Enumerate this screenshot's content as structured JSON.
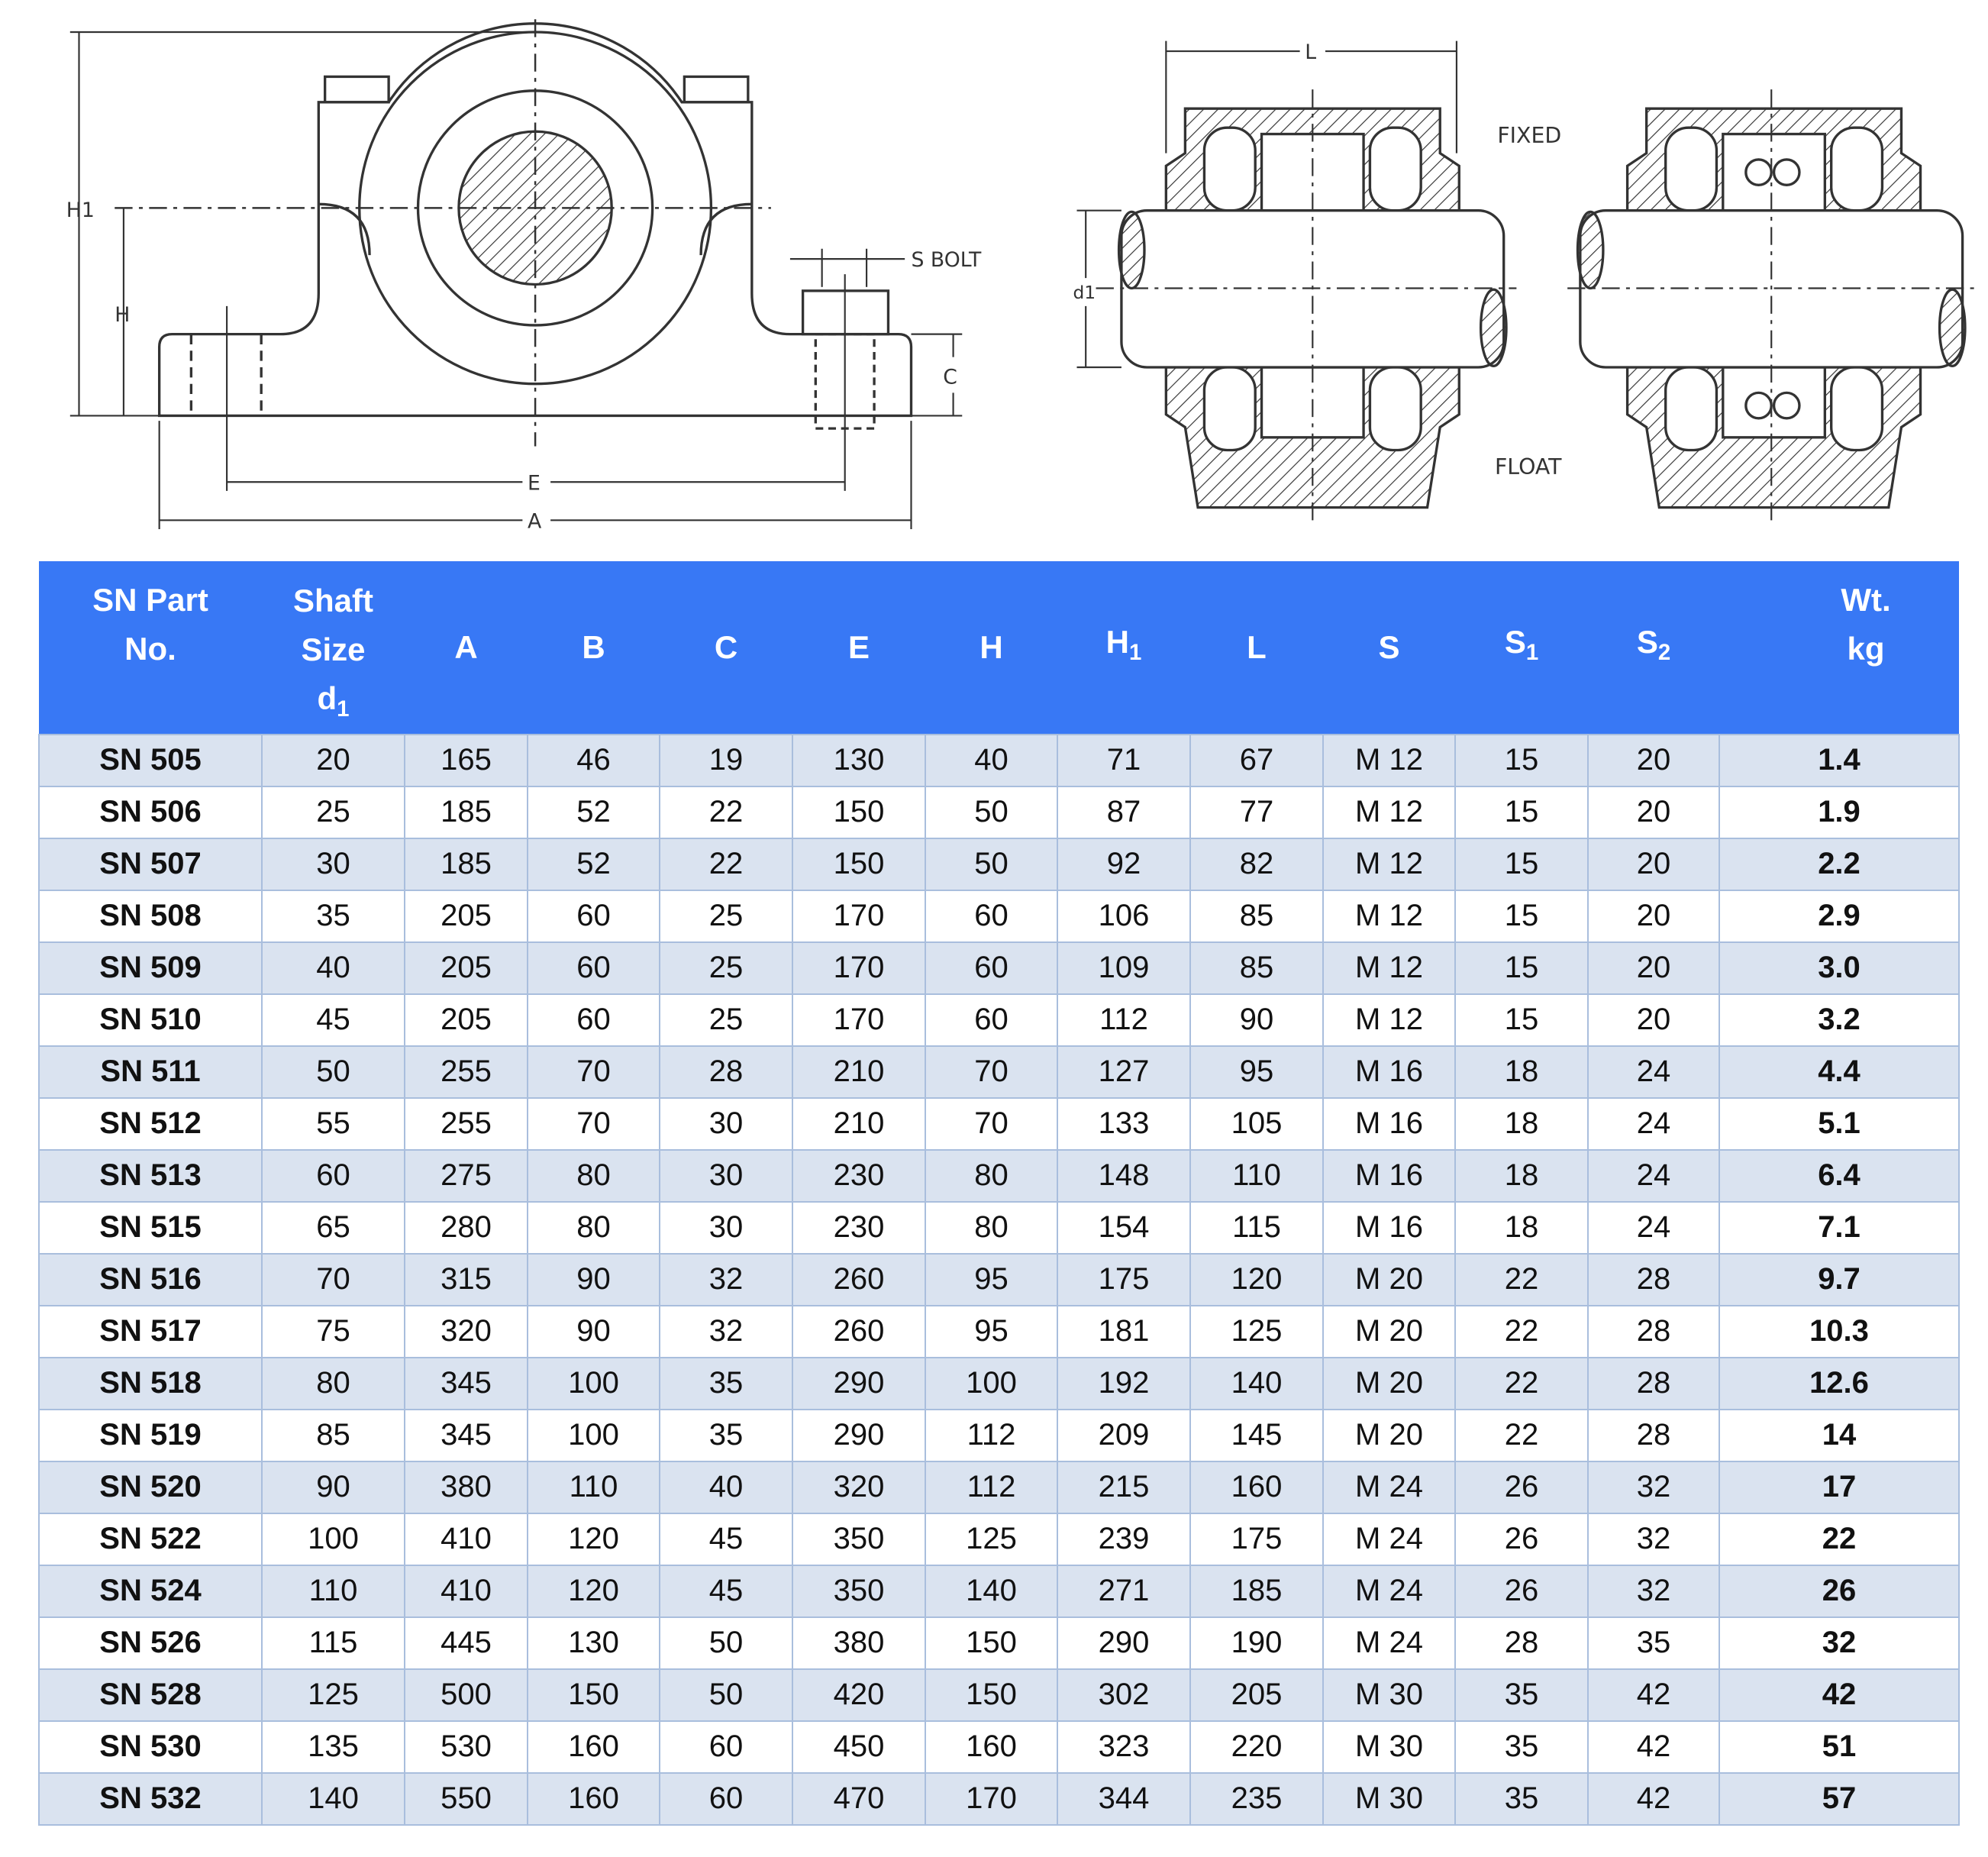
{
  "drawing_labels": {
    "h1": "H1",
    "h": "H",
    "s_bolt": "S BOLT",
    "c": "C",
    "e": "E",
    "a": "A",
    "l": "L",
    "d1": "d1",
    "fixed": "FIXED",
    "float": "FLOAT"
  },
  "table": {
    "headers": {
      "part_line1": "SN Part",
      "part_line2": "No.",
      "shaft_line1": "Shaft",
      "shaft_line2": "Size",
      "shaft_line3": "d",
      "shaft_sub": "1",
      "a": "A",
      "b": "B",
      "c": "C",
      "e": "E",
      "h": "H",
      "h1": "H",
      "h1_sub": "1",
      "l": "L",
      "s": "S",
      "s1": "S",
      "s1_sub": "1",
      "s2": "S",
      "s2_sub": "2",
      "wt_line1": "Wt.",
      "wt_line2": "kg"
    },
    "rows": [
      [
        "SN 505",
        "20",
        "165",
        "46",
        "19",
        "130",
        "40",
        "71",
        "67",
        "M 12",
        "15",
        "20",
        "1.4"
      ],
      [
        "SN 506",
        "25",
        "185",
        "52",
        "22",
        "150",
        "50",
        "87",
        "77",
        "M 12",
        "15",
        "20",
        "1.9"
      ],
      [
        "SN 507",
        "30",
        "185",
        "52",
        "22",
        "150",
        "50",
        "92",
        "82",
        "M 12",
        "15",
        "20",
        "2.2"
      ],
      [
        "SN 508",
        "35",
        "205",
        "60",
        "25",
        "170",
        "60",
        "106",
        "85",
        "M 12",
        "15",
        "20",
        "2.9"
      ],
      [
        "SN 509",
        "40",
        "205",
        "60",
        "25",
        "170",
        "60",
        "109",
        "85",
        "M 12",
        "15",
        "20",
        "3.0"
      ],
      [
        "SN 510",
        "45",
        "205",
        "60",
        "25",
        "170",
        "60",
        "112",
        "90",
        "M 12",
        "15",
        "20",
        "3.2"
      ],
      [
        "SN 511",
        "50",
        "255",
        "70",
        "28",
        "210",
        "70",
        "127",
        "95",
        "M 16",
        "18",
        "24",
        "4.4"
      ],
      [
        "SN 512",
        "55",
        "255",
        "70",
        "30",
        "210",
        "70",
        "133",
        "105",
        "M 16",
        "18",
        "24",
        "5.1"
      ],
      [
        "SN 513",
        "60",
        "275",
        "80",
        "30",
        "230",
        "80",
        "148",
        "110",
        "M 16",
        "18",
        "24",
        "6.4"
      ],
      [
        "SN 515",
        "65",
        "280",
        "80",
        "30",
        "230",
        "80",
        "154",
        "115",
        "M 16",
        "18",
        "24",
        "7.1"
      ],
      [
        "SN 516",
        "70",
        "315",
        "90",
        "32",
        "260",
        "95",
        "175",
        "120",
        "M 20",
        "22",
        "28",
        "9.7"
      ],
      [
        "SN 517",
        "75",
        "320",
        "90",
        "32",
        "260",
        "95",
        "181",
        "125",
        "M 20",
        "22",
        "28",
        "10.3"
      ],
      [
        "SN 518",
        "80",
        "345",
        "100",
        "35",
        "290",
        "100",
        "192",
        "140",
        "M 20",
        "22",
        "28",
        "12.6"
      ],
      [
        "SN 519",
        "85",
        "345",
        "100",
        "35",
        "290",
        "112",
        "209",
        "145",
        "M 20",
        "22",
        "28",
        "14"
      ],
      [
        "SN 520",
        "90",
        "380",
        "110",
        "40",
        "320",
        "112",
        "215",
        "160",
        "M 24",
        "26",
        "32",
        "17"
      ],
      [
        "SN 522",
        "100",
        "410",
        "120",
        "45",
        "350",
        "125",
        "239",
        "175",
        "M 24",
        "26",
        "32",
        "22"
      ],
      [
        "SN 524",
        "110",
        "410",
        "120",
        "45",
        "350",
        "140",
        "271",
        "185",
        "M 24",
        "26",
        "32",
        "26"
      ],
      [
        "SN 526",
        "115",
        "445",
        "130",
        "50",
        "380",
        "150",
        "290",
        "190",
        "M 24",
        "28",
        "35",
        "32"
      ],
      [
        "SN 528",
        "125",
        "500",
        "150",
        "50",
        "420",
        "150",
        "302",
        "205",
        "M 30",
        "35",
        "42",
        "42"
      ],
      [
        "SN 530",
        "135",
        "530",
        "160",
        "60",
        "450",
        "160",
        "323",
        "220",
        "M 30",
        "35",
        "42",
        "51"
      ],
      [
        "SN 532",
        "140",
        "550",
        "160",
        "60",
        "470",
        "170",
        "344",
        "235",
        "M 30",
        "35",
        "42",
        "57"
      ]
    ]
  },
  "colors": {
    "header_bg": "#3878f5",
    "odd_row": "#dae3f0",
    "grid": "#a9bedd"
  }
}
